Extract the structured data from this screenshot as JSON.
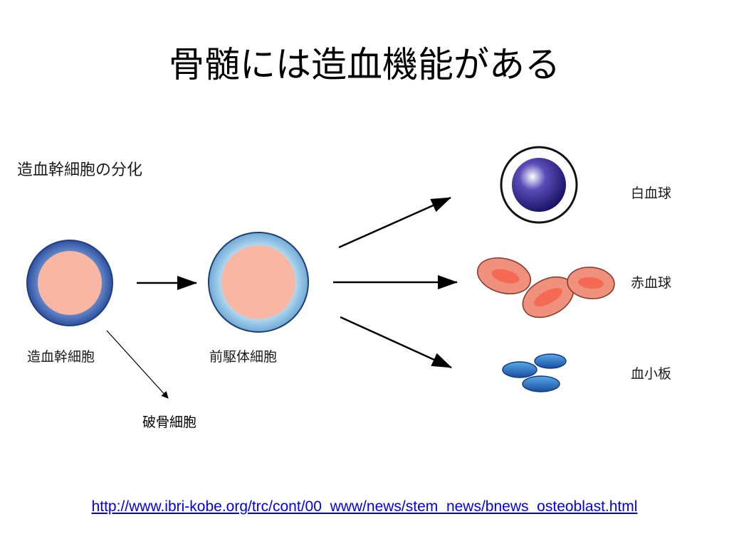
{
  "slide": {
    "title": "骨髄には造血機能がある",
    "url": "http://www.ibri-kobe.org/trc/cont/00_www/news/stem_news/bnews_osteoblast.html"
  },
  "diagram": {
    "heading": "造血幹細胞の分化",
    "nodes": {
      "stem_cell": "造血幹細胞",
      "progenitor_cell": "前駆体細胞",
      "osteoclast": "破骨細胞",
      "white_blood_cell": "白血球",
      "red_blood_cell": "赤血球",
      "platelet": "血小板"
    }
  },
  "colors": {
    "stem_outer": "#3f63b2",
    "stem_inner": "#f8b6a3",
    "progenitor_outer": "#9ccbe9",
    "progenitor_inner": "#f8b6a3",
    "wbc_ring": "#1a1a1a",
    "wbc_core": "#2e1f86",
    "rbc_fill": "#f08f7e",
    "rbc_center": "#f36b55",
    "platelet_fill": "#1f5fbf",
    "link": "#0000ee"
  }
}
